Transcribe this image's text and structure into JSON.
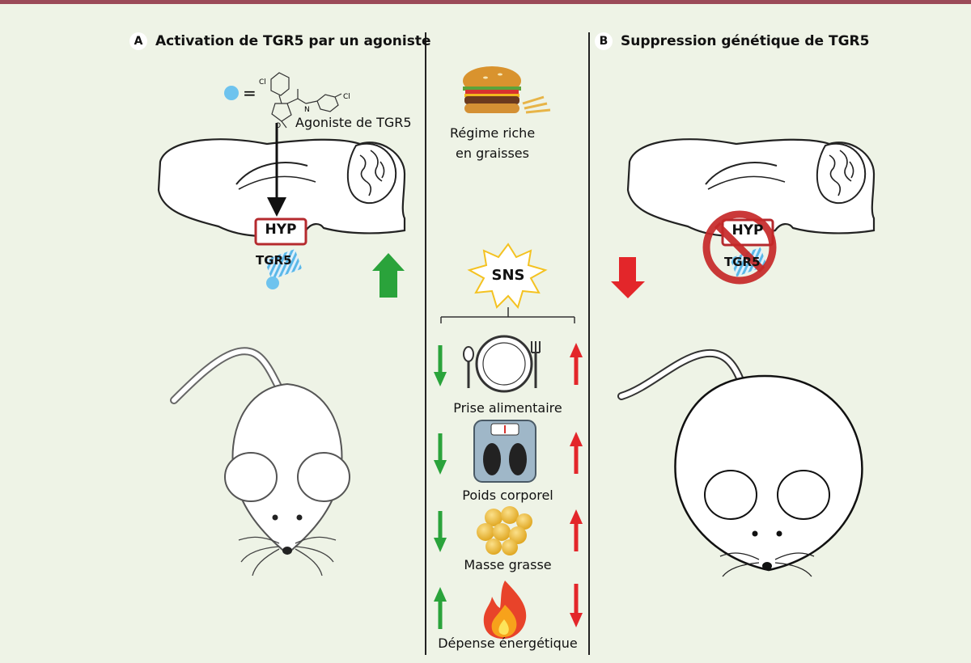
{
  "panel_a": {
    "letter": "A",
    "title": "Activation de TGR5 par un agoniste"
  },
  "panel_b": {
    "letter": "B",
    "title": "Suppression génétique de TGR5"
  },
  "molecule": {
    "equals": "=",
    "cl1": "Cl",
    "cl2": "Cl",
    "n_atom": "N",
    "o_atom": "O"
  },
  "agonist_label": "Agoniste de TGR5",
  "diet": {
    "line1": "Régime riche",
    "line2": "en graisses"
  },
  "brain": {
    "region": "HYP",
    "receptor": "TGR5"
  },
  "sns_label": "SNS",
  "outcomes": [
    {
      "label": "Prise alimentaire",
      "left_arrow": "down",
      "right_arrow": "up",
      "icon": "plate-icon"
    },
    {
      "label": "Poids corporel",
      "left_arrow": "down",
      "right_arrow": "up",
      "icon": "scale-icon"
    },
    {
      "label": "Masse grasse",
      "left_arrow": "down",
      "right_arrow": "up",
      "icon": "fat-cells-icon"
    },
    {
      "label": "Dépense énergétique",
      "left_arrow": "up",
      "right_arrow": "down",
      "icon": "flame-icon"
    }
  ],
  "colors": {
    "background": "#eef3e6",
    "top_bar": "#9b4a58",
    "green_arrow": "#2aa33b",
    "red_arrow": "#e3262a",
    "hyp_box": "#b52a2e",
    "tgr5_blue": "#5bb8e8",
    "prohibit_red": "#c62828"
  }
}
